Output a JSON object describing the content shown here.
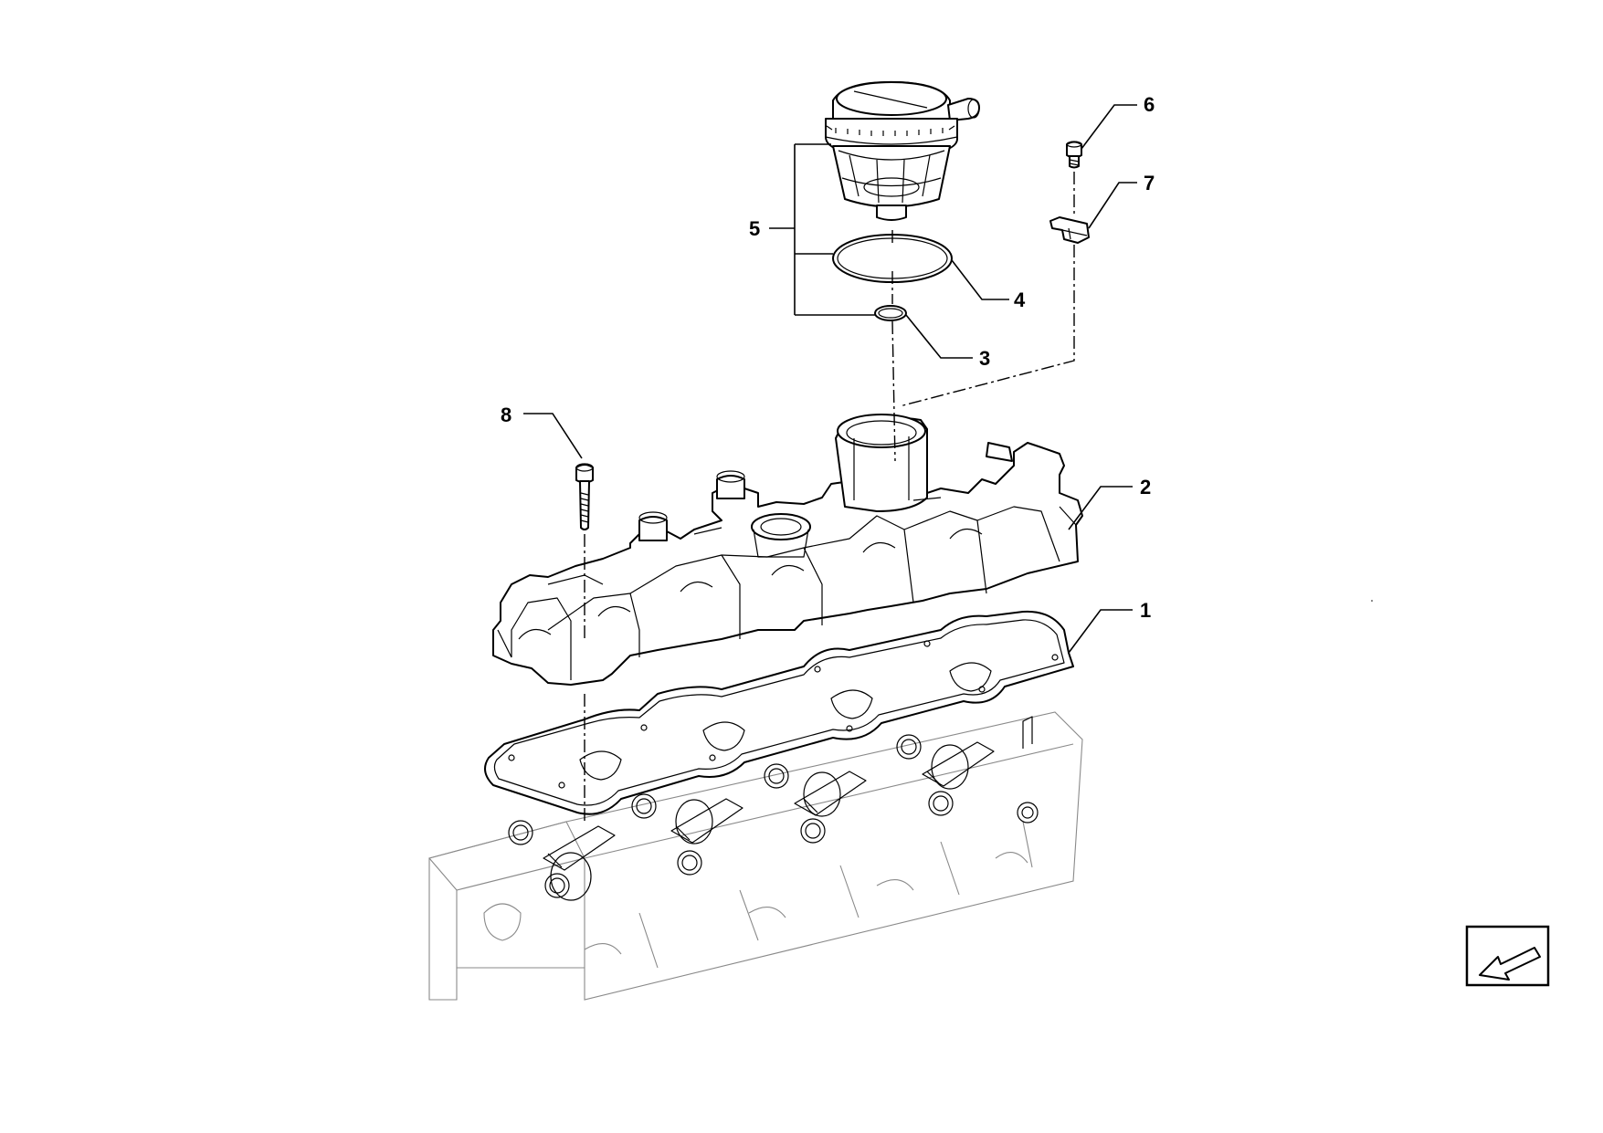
{
  "diagram": {
    "callouts": [
      {
        "id": "1",
        "label": "1"
      },
      {
        "id": "2",
        "label": "2"
      },
      {
        "id": "3",
        "label": "3"
      },
      {
        "id": "4",
        "label": "4"
      },
      {
        "id": "5",
        "label": "5"
      },
      {
        "id": "6",
        "label": "6"
      },
      {
        "id": "7",
        "label": "7"
      },
      {
        "id": "8",
        "label": "8"
      }
    ],
    "view_indicator_icon": "arrow-down-left-icon"
  }
}
